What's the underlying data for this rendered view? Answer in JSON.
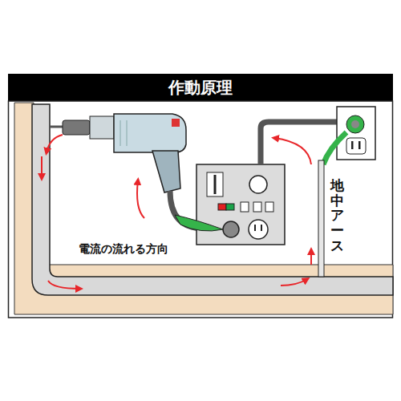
{
  "diagram": {
    "title": "作動原理",
    "labels": [
      "電流の流れる方向",
      "地中アース"
    ]
  }
}
